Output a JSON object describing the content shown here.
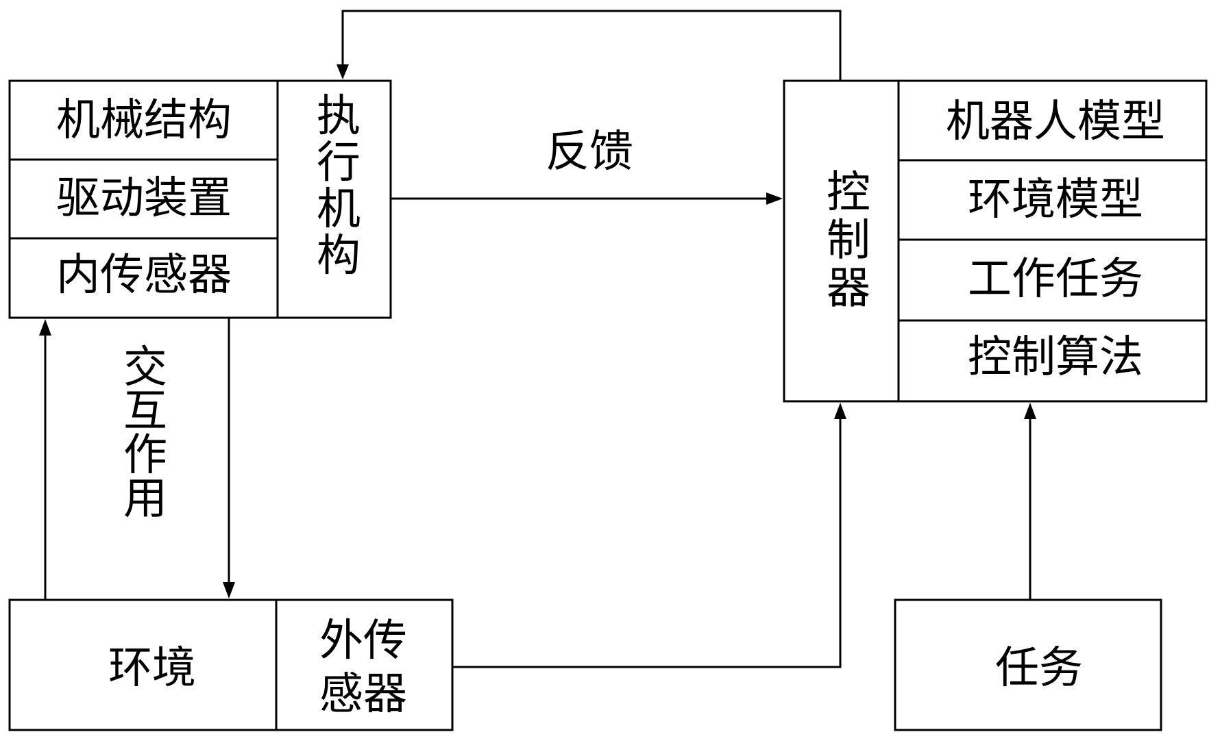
{
  "actuator": {
    "rows": [
      "机械结构",
      "驱动装置",
      "内传感器"
    ],
    "title": "执行机构"
  },
  "controller": {
    "title": "控制器",
    "rows": [
      "机器人模型",
      "环境模型",
      "工作任务",
      "控制算法"
    ]
  },
  "environment": {
    "label": "环境",
    "sensor_line1": "外传",
    "sensor_line2": "感器"
  },
  "task": {
    "label": "任务"
  },
  "links": {
    "feedback": "反馈",
    "interaction": "交互作用"
  }
}
